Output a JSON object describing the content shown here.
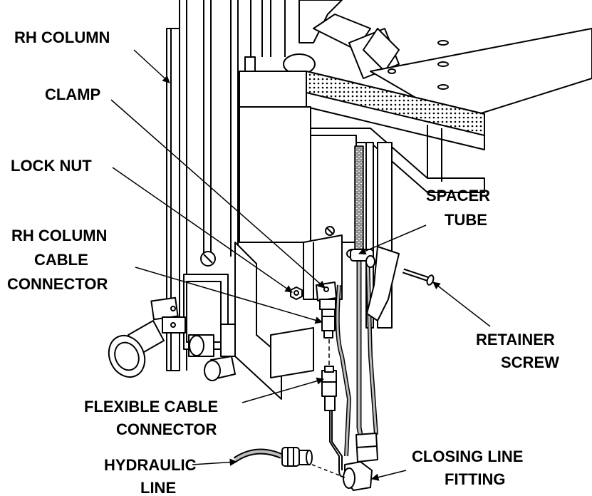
{
  "labels": {
    "rh_column": "RH COLUMN",
    "clamp": "CLAMP",
    "lock_nut": "LOCK NUT",
    "rh_column_cable_connector": [
      "RH COLUMN",
      "CABLE",
      "CONNECTOR"
    ],
    "spacer_tube": [
      "SPACER",
      "TUBE"
    ],
    "retainer_screw": [
      "RETAINER",
      "SCREW"
    ],
    "flexible_cable_connector": [
      "FLEXIBLE CABLE",
      "CONNECTOR"
    ],
    "closing_line_fitting": [
      "CLOSING LINE",
      "FITTING"
    ],
    "hydraulic_line": [
      "HYDRAULIC",
      "LINE"
    ]
  },
  "colors": {
    "line": "#000000",
    "background": "#ffffff",
    "shade": "#bdbdbd"
  }
}
